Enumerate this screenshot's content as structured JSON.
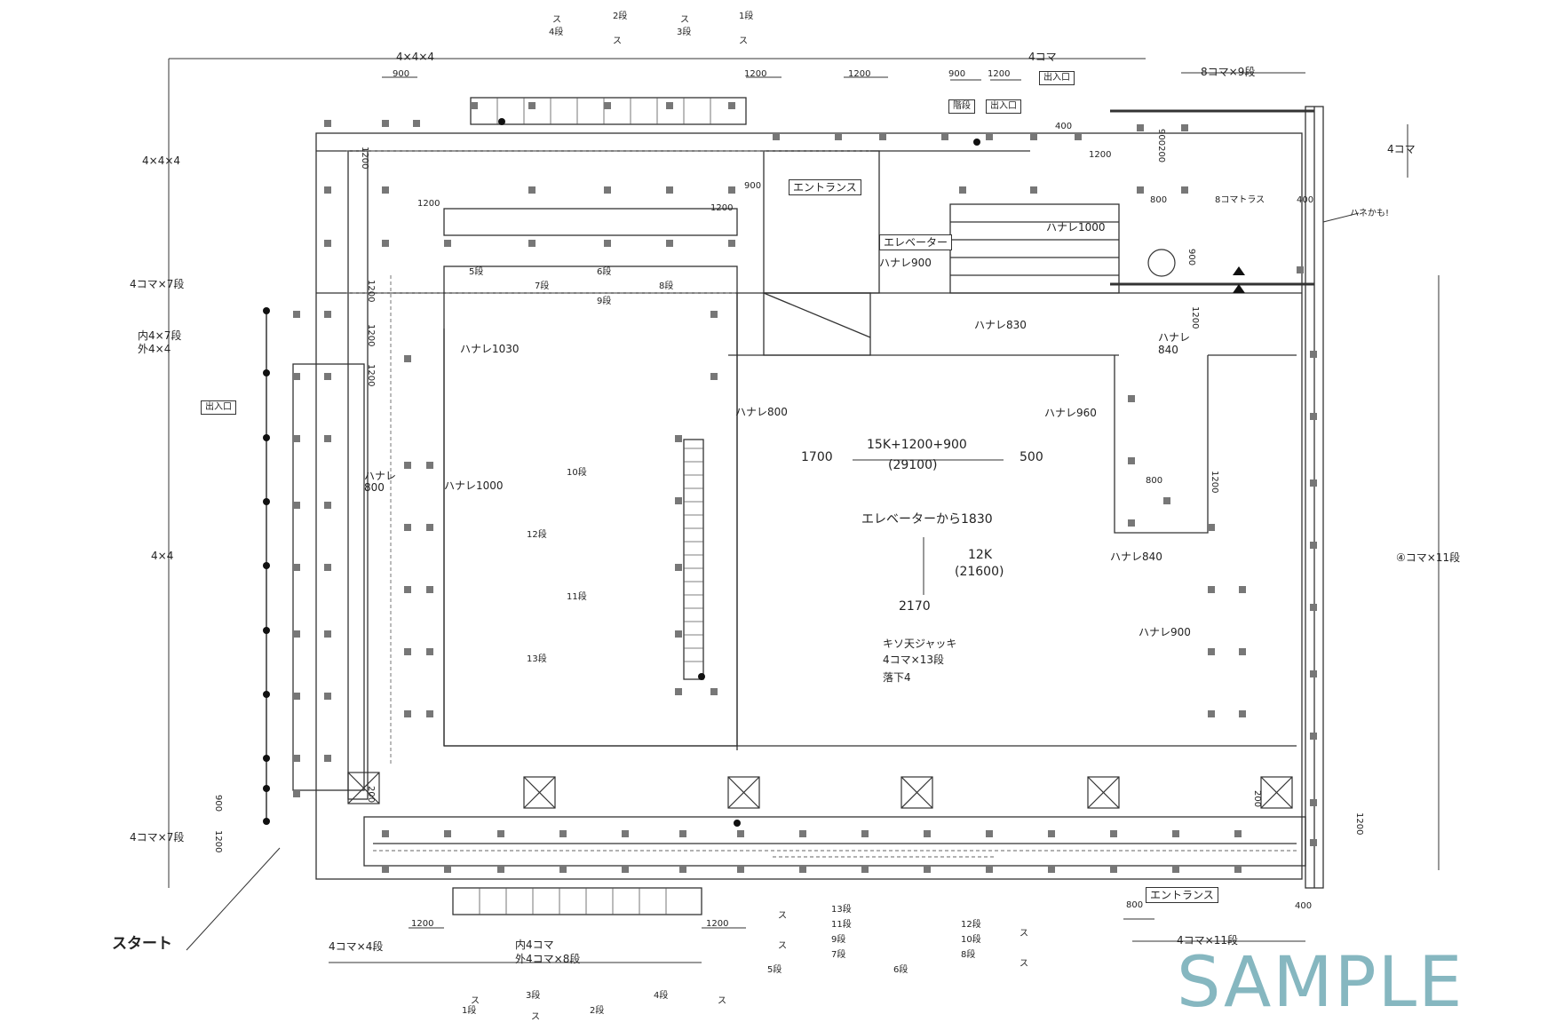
{
  "top_notes": {
    "steps_a": "2段",
    "steps_b": "4段",
    "steps_c": "1段",
    "steps_d": "3段",
    "su": "ス"
  },
  "dims": {
    "top_left": "4×4×4",
    "top_right": "4コマ",
    "top_far_right": "8コマ×9段",
    "d900": "900",
    "d1200": "1200",
    "d400": "400",
    "d800": "800",
    "d200": "200",
    "d9002900": "900200",
    "left_1": "4×4×4",
    "left_2": "4コマ×7段",
    "left_3a": "内4×7段",
    "left_3b": "外4×4",
    "left_4": "4×4",
    "left_5": "4コマ×7段",
    "right_1": "4コマ",
    "right_2": "④コマ×11段",
    "bottom_left": "4コマ×4段",
    "bottom_mid_a": "内4コマ",
    "bottom_mid_b": "外4コマ×8段",
    "bottom_right": "4コマ×11段",
    "truss": "8コマトラス"
  },
  "labels": {
    "entrance": "エントランス",
    "entrance2": "エントランス",
    "elevator": "エレベーター",
    "exit_top1": "出入口",
    "exit_top2": "出入口",
    "exit_left": "出入口",
    "stairs_room": "階段",
    "start": "スタート",
    "hane": "ハネかも!",
    "hanare1030": "ハナレ1030",
    "hanare1000_a": "ハナレ1000",
    "hanare1000_b": "ハナレ1000",
    "hanare900_a": "ハナレ900",
    "hanare900_b": "ハナレ900",
    "hanare830": "ハナレ830",
    "hanare840_a": "ハナレ",
    "hanare840_b": "840",
    "hanare840_c": "ハナレ840",
    "hanare800_a": "ハナレ800",
    "hanare800_b": "ハナレ",
    "hanare800_c": "800",
    "hanare960": "ハナレ960",
    "center_1": "15K+1200+900",
    "center_2": "(29100)",
    "center_left": "1700",
    "center_right": "500",
    "elev_from": "エレベーターから1830",
    "k12": "12K",
    "k12b": "(21600)",
    "d2170": "2170",
    "jack_1": "キソ天ジャッキ",
    "jack_2": "4コマ×13段",
    "jack_3": "落下4",
    "s10": "10段",
    "s12": "12段",
    "s11": "11段",
    "s13": "13段",
    "s6": "6段",
    "s7": "7段",
    "s8": "8段",
    "s9": "9段",
    "s5": "5段"
  },
  "legend": {
    "col1": [
      "13段",
      "11段",
      "9段",
      "7段",
      "5段"
    ],
    "col2": [
      "12段",
      "10段",
      "8段",
      "6段"
    ],
    "bottom1": [
      "3段",
      "1段"
    ],
    "bottom2": [
      "4段",
      "2段"
    ],
    "su": "ス"
  },
  "watermark": "SAMPLE"
}
